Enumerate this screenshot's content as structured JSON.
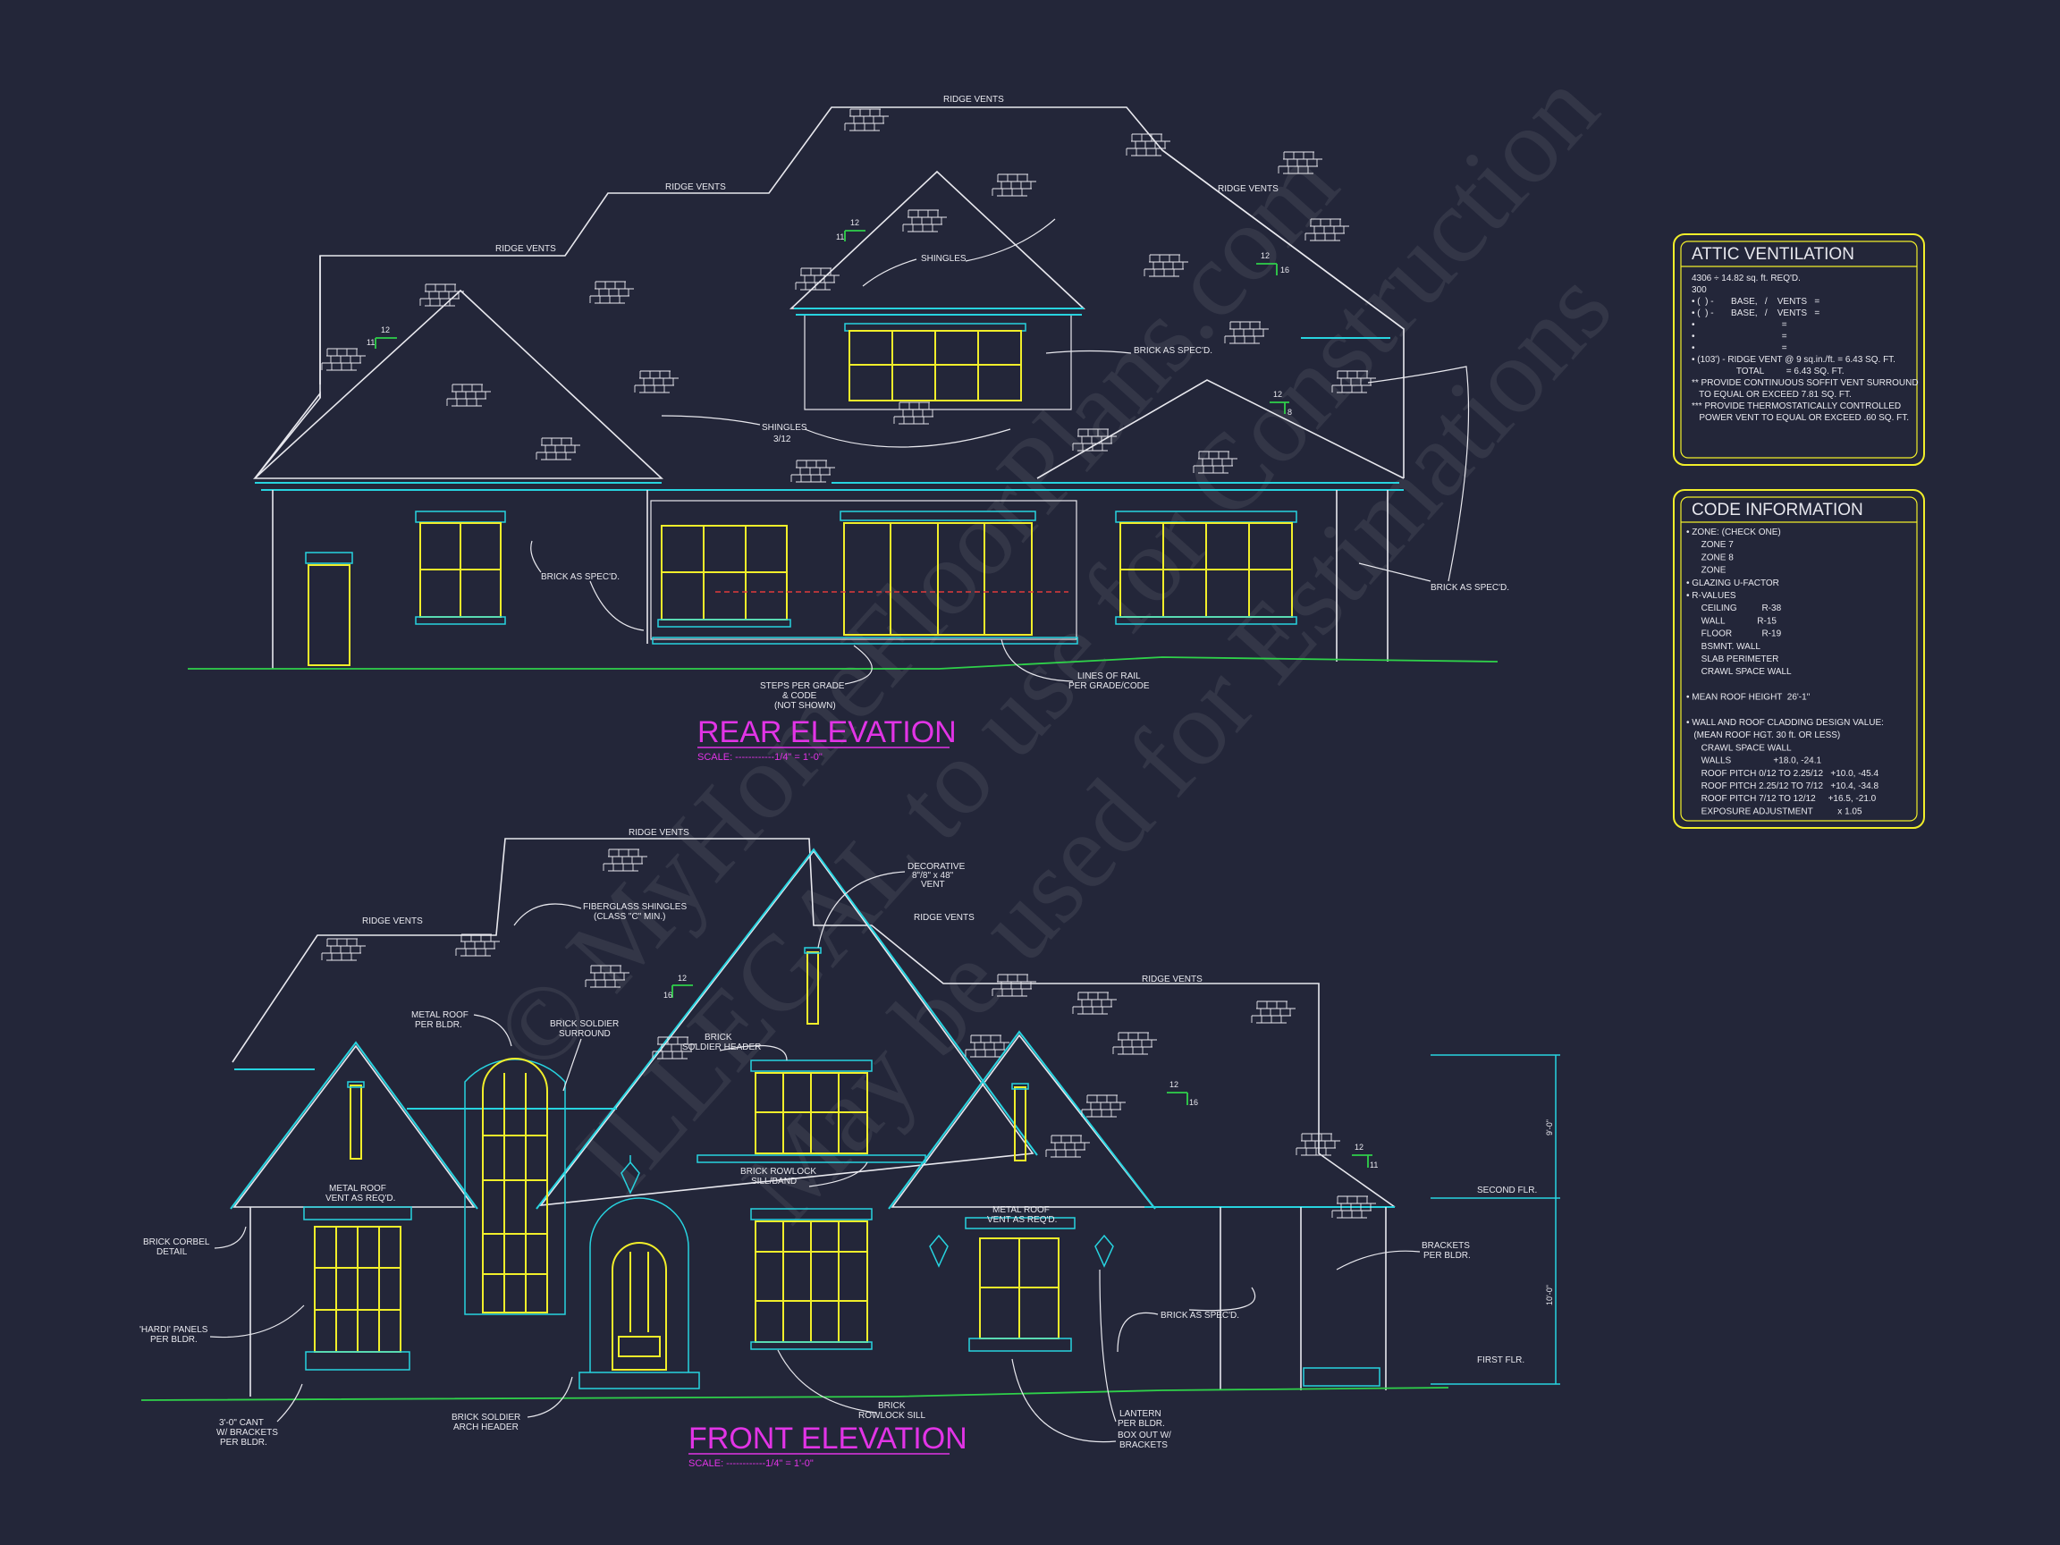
{
  "watermark": {
    "line1": "© MyHomeFloorPlans.com",
    "line2": "ILLEGAL to use for Construction",
    "line3": "May be used for Estimations"
  },
  "rear_elevation": {
    "title": "REAR ELEVATION",
    "scale": "SCALE: ------------1/4\" = 1'-0\"",
    "labels": {
      "ridge_vents": "RIDGE VENTS",
      "shingles": "SHINGLES",
      "shingles_pitch": "3/12",
      "brick_as_specd": "BRICK AS SPEC'D.",
      "steps_1": "STEPS PER GRADE",
      "steps_2": "& CODE",
      "steps_3": "(NOT SHOWN)",
      "rail_1": "LINES OF RAIL",
      "rail_2": "PER GRADE/CODE"
    },
    "pitches": [
      "12",
      "11",
      "12",
      "11",
      "12",
      "16",
      "12",
      "8"
    ]
  },
  "front_elevation": {
    "title": "FRONT ELEVATION",
    "scale": "SCALE: ------------1/4\" = 1'-0\"",
    "labels": {
      "ridge_vents": "RIDGE VENTS",
      "fiberglass_1": "FIBERGLASS SHINGLES",
      "fiberglass_2": "(CLASS \"C\" MIN.)",
      "decorative_1": "DECORATIVE",
      "decorative_2": "8\"/8\" x 48\"",
      "decorative_3": "VENT",
      "metal_roof_1": "METAL ROOF",
      "metal_roof_2": "PER BLDR.",
      "soldier_surround_1": "BRICK SOLDIER",
      "soldier_surround_2": "SURROUND",
      "soldier_header_1": "BRICK",
      "soldier_header_2": "SOLDIER HEADER",
      "rowlock_band_1": "BRICK ROWLOCK",
      "rowlock_band_2": "SILL/BAND",
      "metal_vent_1": "METAL ROOF",
      "metal_vent_2": "VENT AS REQ'D.",
      "corbel_1": "BRICK CORBEL",
      "corbel_2": "DETAIL",
      "hardi_1": "'HARDI' PANELS",
      "hardi_2": "PER BLDR.",
      "cant_1": "3'-0\" CANT",
      "cant_2": "W/ BRACKETS",
      "cant_3": "PER BLDR.",
      "arch_header_1": "BRICK SOLDIER",
      "arch_header_2": "ARCH HEADER",
      "rowlock_sill_1": "BRICK",
      "rowlock_sill_2": "ROWLOCK SILL",
      "lantern_1": "LANTERN",
      "lantern_2": "PER BLDR.",
      "boxout_1": "BOX OUT W/",
      "boxout_2": "BRACKETS",
      "brick_as_specd": "BRICK AS SPEC'D.",
      "brackets_1": "BRACKETS",
      "brackets_2": "PER BLDR.",
      "second_flr": "SECOND FLR.",
      "first_flr": "FIRST FLR.",
      "dim_upper": "9'-0\"",
      "dim_lower": "10'-0\""
    },
    "pitches": [
      "12",
      "16",
      "12",
      "16",
      "12",
      "11"
    ]
  },
  "attic_ventilation": {
    "title": "ATTIC VENTILATION",
    "lines": [
      "4306 ÷ 14.82 sq. ft. REQ'D.",
      "300",
      "• (  ) -       BASE,   /    VENTS   =",
      "• (  ) -       BASE,   /    VENTS   =",
      "•                                   =",
      "•                                   =",
      "•                                   =",
      "• (103') - RIDGE VENT @ 9 sq.in./ft. = 6.43 SQ. FT.",
      "                  TOTAL         = 6.43 SQ. FT.",
      "** PROVIDE CONTINUOUS SOFFIT VENT SURROUND",
      "   TO EQUAL OR EXCEED 7.81 SQ. FT.",
      "*** PROVIDE THERMOSTATICALLY CONTROLLED",
      "   POWER VENT TO EQUAL OR EXCEED .60 SQ. FT."
    ]
  },
  "code_information": {
    "title": "CODE INFORMATION",
    "lines": [
      "• ZONE: (CHECK ONE)",
      "      ZONE 7",
      "      ZONE 8",
      "      ZONE",
      "• GLAZING U-FACTOR",
      "• R-VALUES",
      "      CEILING          R-38",
      "      WALL             R-15",
      "      FLOOR            R-19",
      "      BSMNT. WALL",
      "      SLAB PERIMETER",
      "      CRAWL SPACE WALL",
      "",
      "• MEAN ROOF HEIGHT  26'-1\"",
      "",
      "• WALL AND ROOF CLADDING DESIGN VALUE:",
      "   (MEAN ROOF HGT. 30 ft. OR LESS)",
      "      CRAWL SPACE WALL",
      "      WALLS                 +18.0, -24.1",
      "      ROOF PITCH 0/12 TO 2.25/12   +10.0, -45.4",
      "      ROOF PITCH 2.25/12 TO 7/12   +10.4, -34.8",
      "      ROOF PITCH 7/12 TO 12/12     +16.5, -21.0",
      "      EXPOSURE ADJUSTMENT          x 1.05"
    ]
  },
  "colors": {
    "background": "#232639",
    "line": "#e8e8ee",
    "cyan": "#27d3df",
    "yellow": "#f1ee2a",
    "magenta": "#e234e6",
    "green": "#2fd14a",
    "red": "#e03a3a"
  }
}
